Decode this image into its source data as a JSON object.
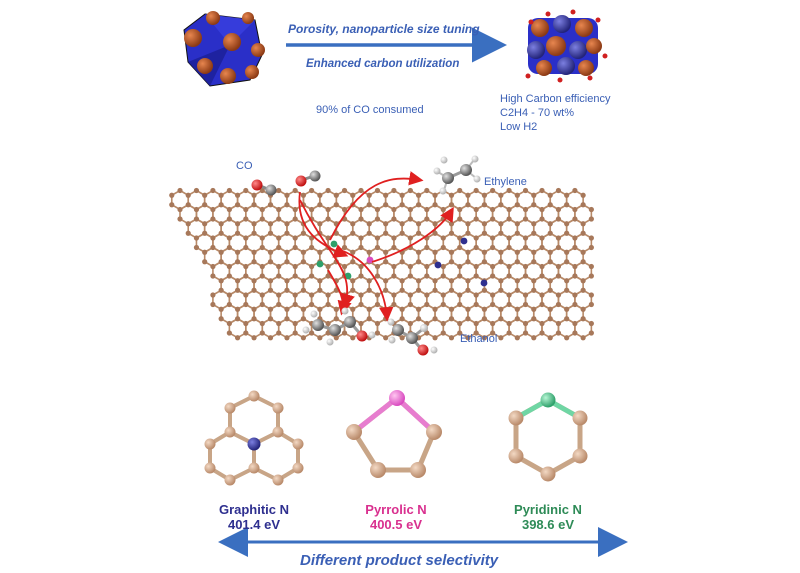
{
  "top": {
    "arrow_top_label": "Porosity, nanoparticle size tuning",
    "arrow_bottom_label": "Enhanced carbon utilization",
    "co_consumed": "90% of CO consumed",
    "efficiency_lines": [
      "High Carbon efficiency",
      "C2H4 - 70 wt%",
      "Low H2"
    ]
  },
  "middle": {
    "co_label": "CO",
    "ethylene_label": "Ethylene",
    "ethanol_label": "Ethanol"
  },
  "motifs": [
    {
      "name": "Graphitic N",
      "energy": "401.4 eV",
      "color": "#2e2f8f"
    },
    {
      "name": "Pyrrolic N",
      "energy": "400.5 eV",
      "color": "#d9308f"
    },
    {
      "name": "Pyridinic N",
      "energy": "398.6 eV",
      "color": "#2e8b57"
    }
  ],
  "bottom": {
    "selectivity_label": "Different product selectivity"
  },
  "colors": {
    "accent_blue": "#3a5fb5",
    "carbon_brown": "#b98a6a",
    "arrow_red": "#e02020"
  }
}
